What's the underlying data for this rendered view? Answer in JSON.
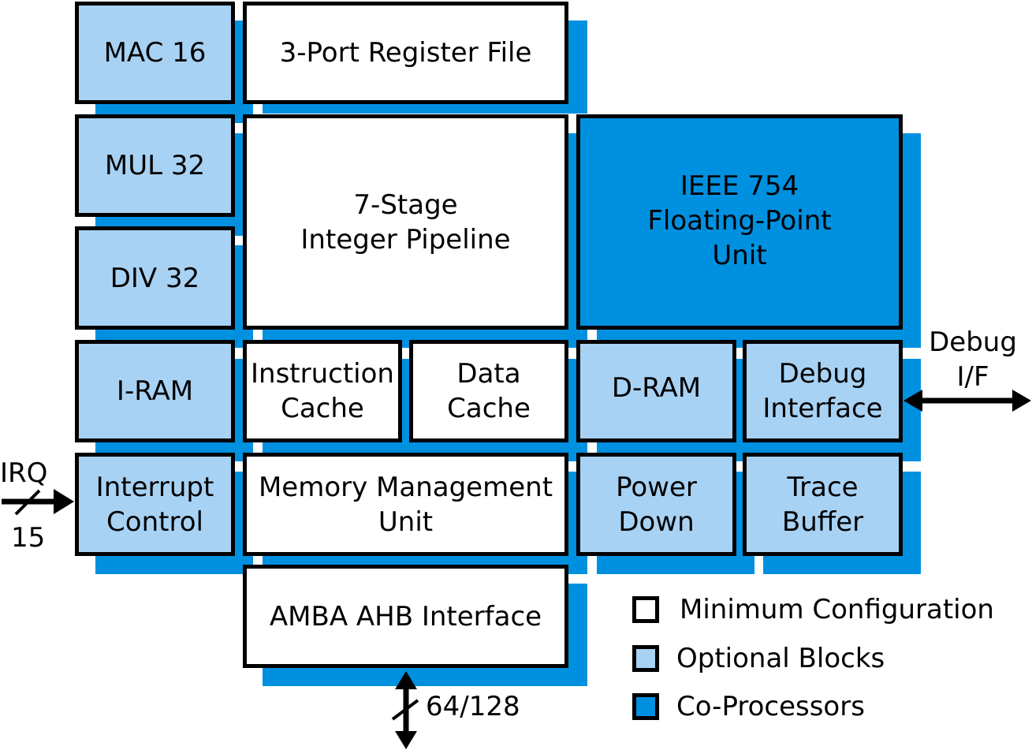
{
  "diagram": {
    "blocks": {
      "mac16": {
        "label": "MAC 16",
        "category": "optional"
      },
      "mul32": {
        "label": "MUL 32",
        "category": "optional"
      },
      "div32": {
        "label": "DIV 32",
        "category": "optional"
      },
      "iram": {
        "label": "I-RAM",
        "category": "optional"
      },
      "interrupt": {
        "label": "Interrupt\nControl",
        "category": "optional"
      },
      "regfile": {
        "label": "3-Port Register File",
        "category": "minimum"
      },
      "pipeline": {
        "label": "7-Stage\nInteger Pipeline",
        "category": "minimum"
      },
      "icache": {
        "label": "Instruction\nCache",
        "category": "minimum"
      },
      "dcache": {
        "label": "Data\nCache",
        "category": "minimum"
      },
      "mmu": {
        "label": "Memory Management\nUnit",
        "category": "minimum"
      },
      "amba": {
        "label": "AMBA AHB Interface",
        "category": "minimum"
      },
      "fpu": {
        "label": "IEEE 754\nFloating-Point\nUnit",
        "category": "co-processor"
      },
      "dram": {
        "label": "D-RAM",
        "category": "optional"
      },
      "debug": {
        "label": "Debug\nInterface",
        "category": "optional"
      },
      "powerdown": {
        "label": "Power\nDown",
        "category": "optional"
      },
      "trace": {
        "label": "Trace\nBuffer",
        "category": "optional"
      }
    },
    "signals": {
      "irq_label": "IRQ",
      "irq_width": "15",
      "debug_label": "Debug\nI/F",
      "bus_width": "64/128"
    },
    "legend": [
      {
        "label": "Minimum Configuration",
        "color": "#ffffff"
      },
      {
        "label": "Optional Blocks",
        "color": "#a8d2f4"
      },
      {
        "label": "Co-Processors",
        "color": "#0090e0"
      }
    ],
    "colors": {
      "minimum": "#ffffff",
      "optional": "#a8d2f4",
      "co_processor": "#0090e0",
      "shadow": "#0090e0"
    }
  }
}
